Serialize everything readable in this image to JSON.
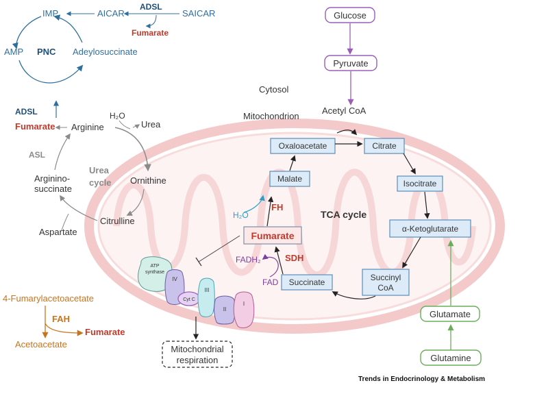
{
  "pnc": {
    "imp": "IMP",
    "aicar": "AICAR",
    "saicar": "SAICAR",
    "adsl_top": "ADSL",
    "fumarate_top": "Fumarate",
    "amp": "AMP",
    "pnc_label": "PNC",
    "adenylosuccinate": "Adeylosuccinate",
    "adsl_left": "ADSL",
    "fumarate_left": "Fumarate"
  },
  "urea": {
    "arginine": "Arginine",
    "h2o": "H₂O",
    "urea": "Urea",
    "asl": "ASL",
    "cycle_label_1": "Urea",
    "cycle_label_2": "cycle",
    "argininosuccinate_1": "Arginino-",
    "argininosuccinate_2": "succinate",
    "ornithine": "Ornithine",
    "citrulline": "Citrulline",
    "aspartate": "Aspartate"
  },
  "fah": {
    "substrate": "4-Fumarylacetoacetate",
    "enzyme": "FAH",
    "product_1": "Acetoacetate",
    "product_2": "Fumarate"
  },
  "glycolysis": {
    "glucose": "Glucose",
    "pyruvate": "Pyruvate",
    "acetyl_coa": "Acetyl CoA",
    "cytosol": "Cytosol",
    "mitochondrion": "Mitochondrion"
  },
  "tca": {
    "oxaloacetate": "Oxaloacetate",
    "citrate": "Citrate",
    "isocitrate": "Isocitrate",
    "akg": "α-Ketoglutarate",
    "succinyl_1": "Succinyl",
    "succinyl_2": "CoA",
    "succinate": "Succinate",
    "fumarate": "Fumarate",
    "malate": "Malate",
    "cycle_label": "TCA cycle",
    "fh": "FH",
    "sdh": "SDH",
    "h2o": "H₂O",
    "fadh2": "FADH₂",
    "fad": "FAD"
  },
  "glutamine": {
    "glutamate": "Glutamate",
    "glutamine": "Glutamine"
  },
  "etc": {
    "atp_1": "ATP",
    "atp_2": "synthase",
    "complex_iv": "IV",
    "cyt_c": "Cyt C",
    "complex_iii": "III",
    "complex_ii": "II",
    "complex_i": "I",
    "resp_1": "Mitochondrial",
    "resp_2": "respiration"
  },
  "credit": "Trends in Endocrinology & Metabolism",
  "colors": {
    "pnc_blue": "#2f6f9f",
    "fumarate_red": "#c0392b",
    "urea_gray": "#8a8a8a",
    "fah_orange": "#c8741d",
    "glycolysis_purple": "#9a5db8",
    "glutamine_green": "#6aad5a",
    "tca_box_fill": "#dcebf7",
    "mito_pink": "#f6d2d2"
  }
}
